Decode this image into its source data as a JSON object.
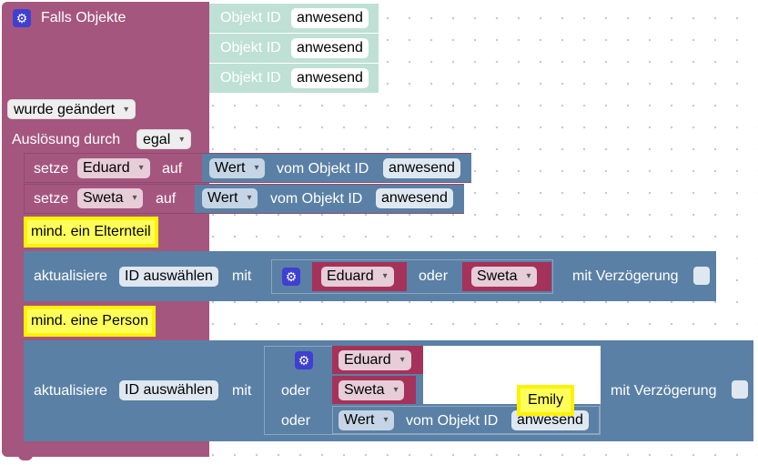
{
  "trigger": {
    "title": "Falls Objekte",
    "objects": [
      {
        "label": "Objekt ID",
        "value": "anwesend"
      },
      {
        "label": "Objekt ID",
        "value": "anwesend"
      },
      {
        "label": "Objekt ID",
        "value": "anwesend"
      }
    ],
    "change_option": "wurde geändert",
    "trigger_by_label": "Auslösung durch",
    "trigger_by_option": "egal"
  },
  "assign1": {
    "set": "setze",
    "var": "Eduard",
    "to": "auf",
    "prop": "Wert",
    "from": "vom Objekt ID",
    "object": "anwesend"
  },
  "assign2": {
    "set": "setze",
    "var": "Sweta",
    "to": "auf",
    "prop": "Wert",
    "from": "vom Objekt ID",
    "object": "anwesend"
  },
  "comment1": "mind. ein Elternteil",
  "update1": {
    "label": "aktualisiere",
    "target": "ID auswählen",
    "with": "mit",
    "a": "Eduard",
    "or": "oder",
    "b": "Sweta",
    "delay": "mit Verzögerung"
  },
  "comment2": "mind. eine Person",
  "update2": {
    "label": "aktualisiere",
    "target": "ID auswählen",
    "with": "mit",
    "a": "Eduard",
    "or1": "oder",
    "b": "Sweta",
    "or2": "oder",
    "prop": "Wert",
    "from": "vom Objekt ID",
    "object": "anwesend",
    "delay": "mit Verzögerung"
  },
  "comment3": "Emily",
  "colors": {
    "event": "#a5567e",
    "light_green": "#bfe0d4",
    "blue": "#5b80a5",
    "var_red": "#a5325a",
    "note_yellow": "#ffff5c"
  }
}
